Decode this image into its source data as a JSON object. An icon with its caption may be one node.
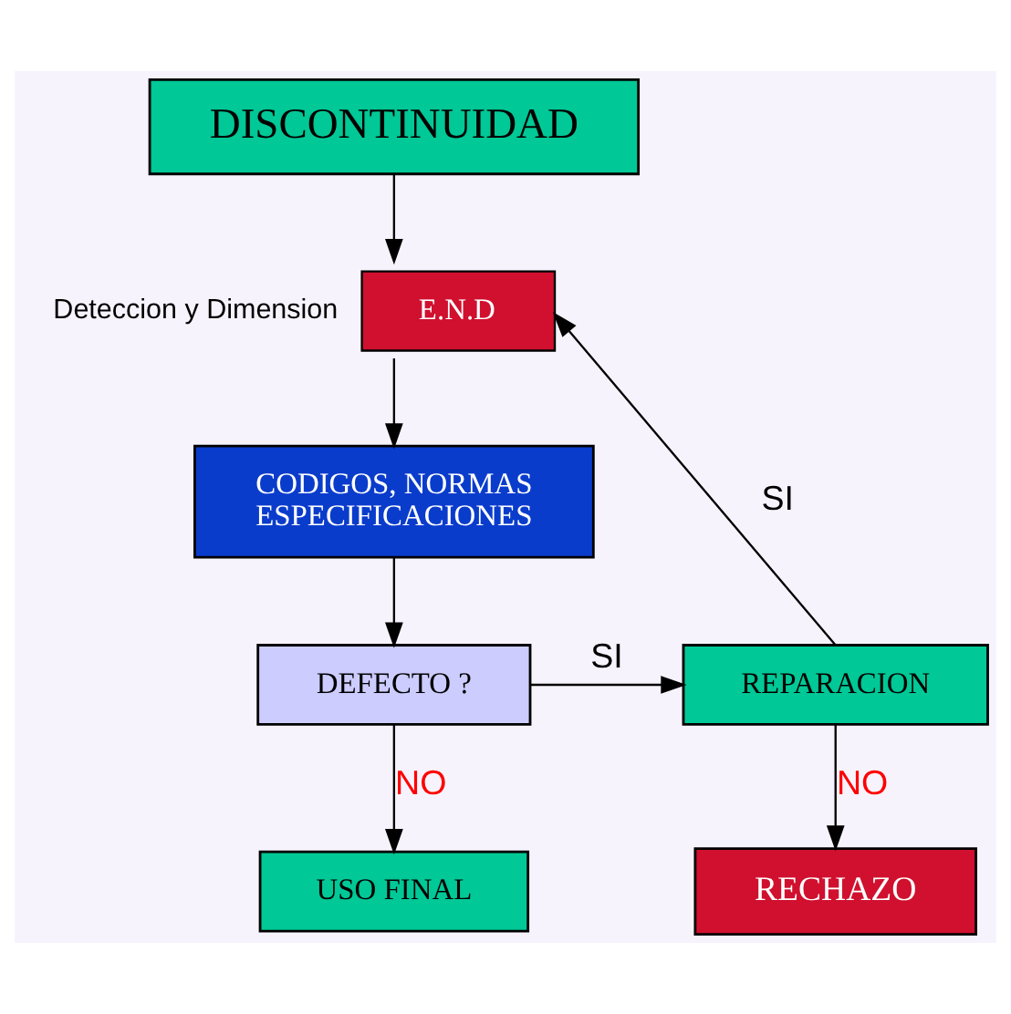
{
  "diagram": {
    "nodes": [
      {
        "text": [
          "DISCONTINUIDAD"
        ]
      },
      {
        "text": [
          "E.N.D"
        ],
        "beside": [
          "Deteccion y Dimension"
        ]
      },
      {
        "text": [
          "CODIGOS, NORMAS ESPECIFICACIONES"
        ]
      },
      {
        "text": [
          "DEFECTO ?"
        ]
      },
      {
        "text": [
          "REPARACION"
        ]
      },
      {
        "text": [
          "RECHAZO"
        ]
      },
      {
        "text": [
          "USO FINAL"
        ]
      }
    ],
    "edges": [
      {
        "from": 0,
        "to": 1,
        "arrow": "to"
      },
      {
        "from": 1,
        "to": 2,
        "arrow": "to"
      },
      {
        "from": 2,
        "to": 3,
        "arrow": "to"
      },
      {
        "from": 3,
        "to": 4,
        "arrow": "to",
        "label": "SI"
      },
      {
        "from": 4,
        "to": 1,
        "arrow": "to",
        "label": "SI"
      },
      {
        "from": 4,
        "to": 5,
        "arrow": "to",
        "label": "NO"
      },
      {
        "from": 3,
        "to": 6,
        "arrow": "to",
        "label": "NO"
      }
    ]
  }
}
